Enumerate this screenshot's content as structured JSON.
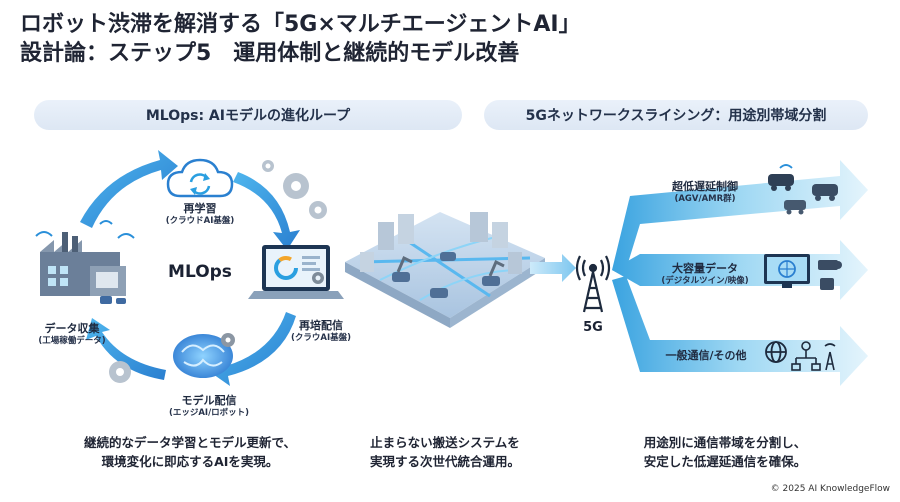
{
  "title": {
    "line1": "ロボット渋滞を解消する「5G×マルチエージェントAI」",
    "line2": "設計論：ステップ5　運用体制と継続的モデル改善"
  },
  "left_panel": {
    "header": "MLOps: AIモデルの進化ループ",
    "center": "MLOps",
    "steps": [
      {
        "main": "再学習",
        "sub": "(クラウドAI基盤)"
      },
      {
        "main": "再培配信",
        "sub": "(クラウAI基盤)"
      },
      {
        "main": "モデル配信",
        "sub": "(エッジAI/ロボット)"
      },
      {
        "main": "データ収集",
        "sub": "(工場稼働データ)"
      }
    ],
    "caption_line1": "継続的なデータ学習とモデル更新で、",
    "caption_line2": "環境変化に即応するAIを実現。"
  },
  "middle": {
    "caption_line1": "止まらない搬送システムを",
    "caption_line2": "実現する次世代統合運用。"
  },
  "right_panel": {
    "header": "5Gネットワークスライシング：用途別帯域分割",
    "tower_label": "5G",
    "slices": [
      {
        "main": "超低遅延制御",
        "sub": "(AGV/AMR群)"
      },
      {
        "main": "大容量データ",
        "sub": "(デジタルツイン/映像)"
      },
      {
        "main": "一般通信/その他",
        "sub": ""
      }
    ],
    "caption_line1": "用途別に通信帯域を分割し、",
    "caption_line2": "安定した低遅延通信を確保。"
  },
  "colors": {
    "accent_blue": "#2a8fd9",
    "arrow_light": "#8fd0f0",
    "pill_bg": "#e3ecf7",
    "dark_text": "#1f2433"
  },
  "footer": {
    "copyright": "© 2025 AI KnowledgeFlow"
  }
}
